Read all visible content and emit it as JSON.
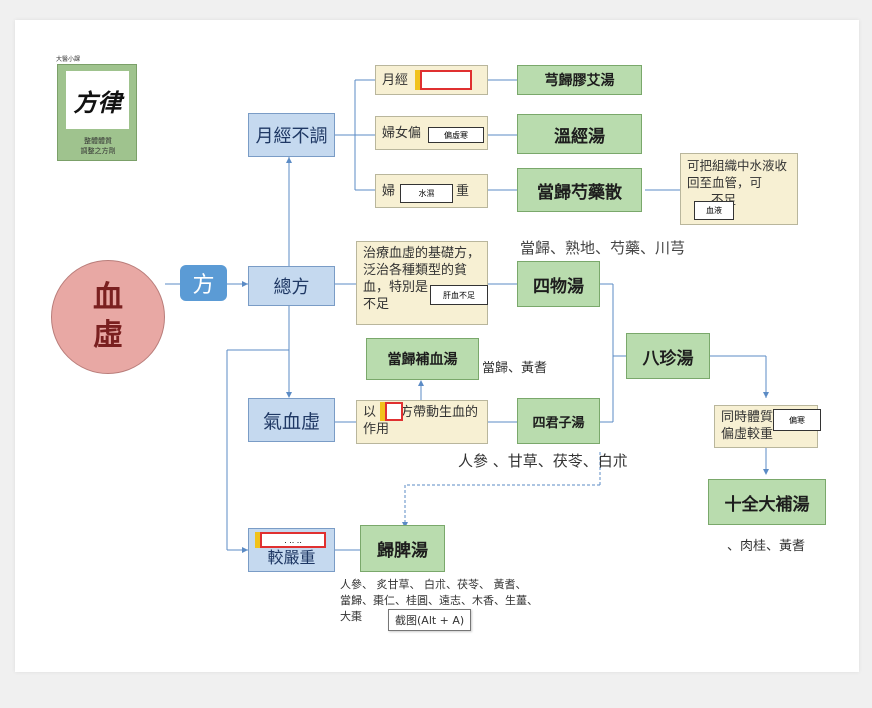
{
  "logo": {
    "top": "大醫小課",
    "glyph": "方律",
    "line1": "整體體質",
    "line2": "調整之方劑"
  },
  "root": {
    "label": "血\n虛",
    "fang": "方"
  },
  "nodes": {
    "menstrual": "月經不調",
    "general": "總方",
    "qixue": "氣血虛",
    "severe": "較嚴重"
  },
  "notes": {
    "m1_prefix": "月經",
    "m2_prefix": "婦女偏",
    "m3_prefix": "婦",
    "m3_suffix": "重",
    "general_text": "治療血虛的基礎方，泛治各種類型的貧血，特別是",
    "general_tail": "不足",
    "qixue_prefix": "以",
    "qixue_suffix": "方帶動生血的作用",
    "danggui_text": "可把組織中水液收回至血管，可",
    "danggui_tail": "不足",
    "bazhen_text": "同時體質",
    "bazhen_tail": "偏虛較重"
  },
  "masks": {
    "m1": "",
    "m2": "偏虛寒",
    "m3": "水濕",
    "general": "肝血不足",
    "qixue": "",
    "danggui": "血液",
    "bazhen": "偏寒",
    "severe": ". .. .."
  },
  "formulas": {
    "f1": "芎歸膠艾湯",
    "f2": "溫經湯",
    "f3": "當歸芍藥散",
    "siwu": "四物湯",
    "danggui_buxue": "當歸補血湯",
    "sijunzi": "四君子湯",
    "bazhen": "八珍湯",
    "shiquan": "十全大補湯",
    "guipi": "歸脾湯"
  },
  "ingredients": {
    "siwu": "當歸、熟地、芍藥、川芎",
    "buxue": "當歸、黃耆",
    "sijunzi": "人參 、甘草、茯苓、白朮",
    "shiquan": "、肉桂、黃耆",
    "guipi_1": "人參、 炙甘草、 白朮、茯苓、 黃耆、",
    "guipi_2": "當歸、棗仁、桂圓、遠志、木香、生薑、",
    "guipi_3": "大棗"
  },
  "tooltip": "截图(Alt + A)",
  "colors": {
    "line": "#5b8bc5",
    "root": "#e8a8a4",
    "blue": "#c5d9ef",
    "green": "#b9dcae",
    "note": "#f7f0d3"
  }
}
